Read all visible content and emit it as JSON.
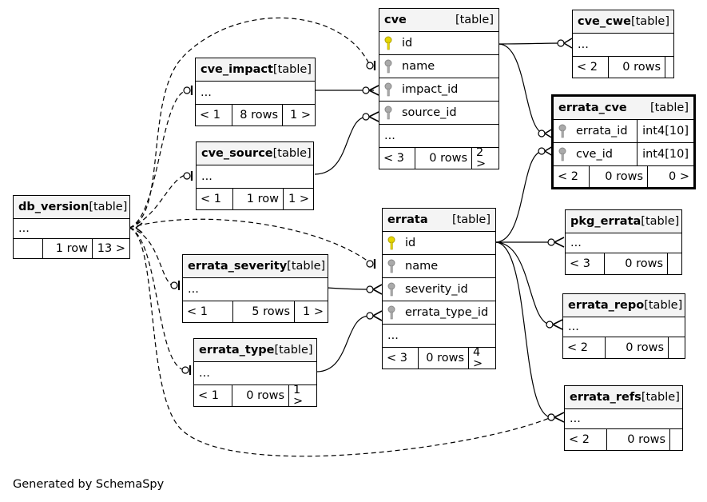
{
  "footer": {
    "credit": "Generated by SchemaSpy"
  },
  "tables": {
    "cve": {
      "name": "cve",
      "type": "[table]",
      "columns": [
        "id",
        "name",
        "impact_id",
        "source_id"
      ],
      "ellipsis": "...",
      "parents": "< 3",
      "rows": "0 rows",
      "children": "2 >"
    },
    "cve_cwe": {
      "name": "cve_cwe",
      "type": "[table]",
      "ellipsis": "...",
      "parents": "< 2",
      "rows": "0 rows",
      "children": ""
    },
    "cve_impact": {
      "name": "cve_impact",
      "type": "[table]",
      "ellipsis": "...",
      "parents": "< 1",
      "rows": "8 rows",
      "children": "1 >"
    },
    "cve_source": {
      "name": "cve_source",
      "type": "[table]",
      "ellipsis": "...",
      "parents": "< 1",
      "rows": "1 row",
      "children": "1 >"
    },
    "errata_cve": {
      "name": "errata_cve",
      "type": "[table]",
      "columns": [
        {
          "name": "errata_id",
          "type": "int4[10]"
        },
        {
          "name": "cve_id",
          "type": "int4[10]"
        }
      ],
      "parents": "< 2",
      "rows": "0 rows",
      "children": "0 >"
    },
    "db_version": {
      "name": "db_version",
      "type": "[table]",
      "ellipsis": "...",
      "parents": "",
      "rows": "1 row",
      "children": "13 >"
    },
    "errata": {
      "name": "errata",
      "type": "[table]",
      "columns": [
        "id",
        "name",
        "severity_id",
        "errata_type_id"
      ],
      "ellipsis": "...",
      "parents": "< 3",
      "rows": "0 rows",
      "children": "4 >"
    },
    "pkg_errata": {
      "name": "pkg_errata",
      "type": "[table]",
      "ellipsis": "...",
      "parents": "< 3",
      "rows": "0 rows",
      "children": ""
    },
    "errata_severity": {
      "name": "errata_severity",
      "type": "[table]",
      "ellipsis": "...",
      "parents": "< 1",
      "rows": "5 rows",
      "children": "1 >"
    },
    "errata_repo": {
      "name": "errata_repo",
      "type": "[table]",
      "ellipsis": "...",
      "parents": "< 2",
      "rows": "0 rows",
      "children": ""
    },
    "errata_type": {
      "name": "errata_type",
      "type": "[table]",
      "ellipsis": "...",
      "parents": "< 1",
      "rows": "0 rows",
      "children": "1 >"
    },
    "errata_refs": {
      "name": "errata_refs",
      "type": "[table]",
      "ellipsis": "...",
      "parents": "< 2",
      "rows": "0 rows",
      "children": ""
    }
  },
  "colors": {
    "primary_key": "#e5d600",
    "foreign_key": "#aaaaaa",
    "header_bg": "#f4f4f4"
  },
  "icons": {
    "primary_key": "key-icon",
    "foreign_key": "key-icon"
  }
}
